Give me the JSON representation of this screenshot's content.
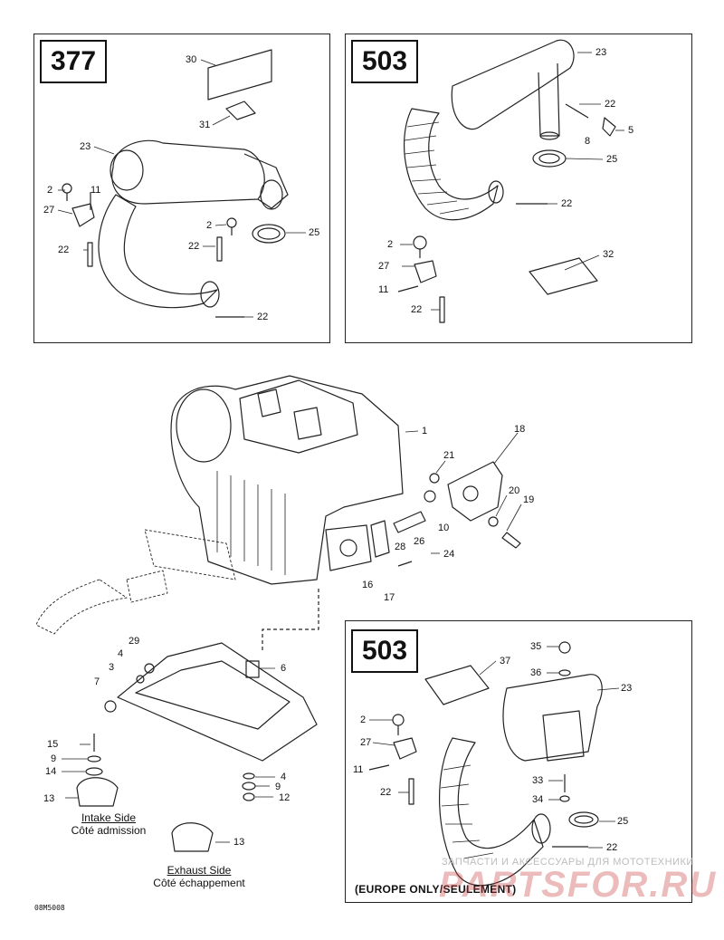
{
  "panels": {
    "top_left": {
      "model": "377"
    },
    "top_right": {
      "model": "503"
    },
    "bottom_right": {
      "model": "503",
      "note": "(EUROPE ONLY/SEULEMENT)"
    }
  },
  "callouts": {
    "tl": [
      "30",
      "31",
      "23",
      "2",
      "11",
      "27",
      "22",
      "2",
      "22",
      "25",
      "22"
    ],
    "tr": [
      "23",
      "22",
      "5",
      "8",
      "25",
      "22",
      "2",
      "32",
      "27",
      "11",
      "22"
    ],
    "center": [
      "1",
      "18",
      "21",
      "20",
      "19",
      "10",
      "26",
      "28",
      "24",
      "16",
      "17",
      "29",
      "4",
      "3",
      "7",
      "6",
      "15",
      "9",
      "14",
      "13",
      "4",
      "9",
      "12",
      "13"
    ],
    "br": [
      "35",
      "37",
      "36",
      "23",
      "2",
      "27",
      "11",
      "33",
      "22",
      "34",
      "25",
      "22"
    ]
  },
  "captions": {
    "intake_en": "Intake Side",
    "intake_fr": "Côté admission",
    "exhaust_en": "Exhaust Side",
    "exhaust_fr": "Côté échappement"
  },
  "drawing_code": "08M5008",
  "watermark": {
    "line1": "ЗАПЧАСТИ И АКСЕССУАРЫ ДЛЯ МОТОТЕХНИКИ",
    "line2": "PARTSFOR.RU"
  }
}
